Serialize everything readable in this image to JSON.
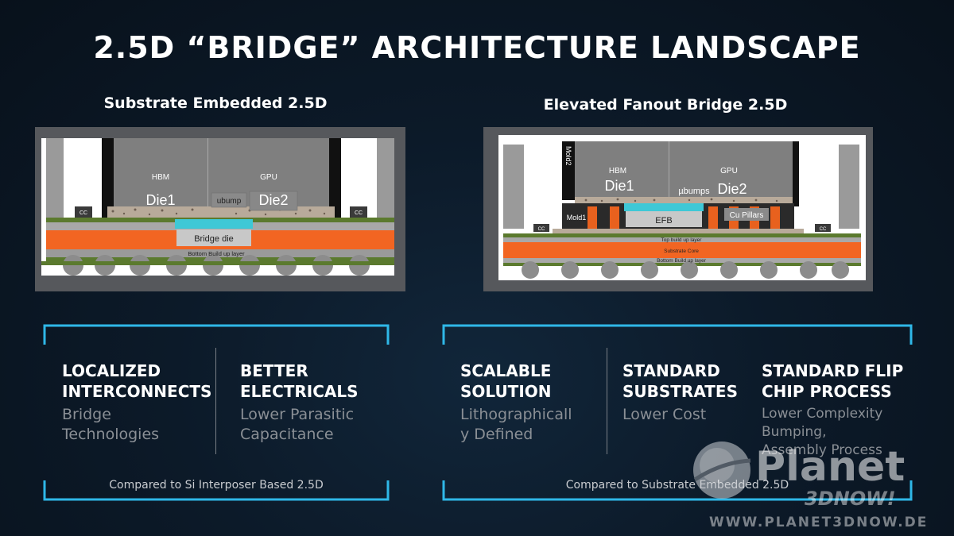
{
  "title": "2.5D “BRIDGE” ARCHITECTURE LANDSCAPE",
  "left": {
    "subtitle": "Substrate Embedded 2.5D",
    "diagram": {
      "hbm": "HBM",
      "gpu": "GPU",
      "die1": "Die1",
      "die2": "Die2",
      "ubump": "ubump",
      "bridge_die": "Bridge die",
      "cc": "CC",
      "bottom_layer": "Bottom Build up layer"
    },
    "columns": [
      {
        "heading": "LOCALIZED\nINTERCONNECTS",
        "body": "Bridge\nTechnologies"
      },
      {
        "heading": "BETTER\nELECTRICALS",
        "body": "Lower Parasitic\nCapacitance"
      }
    ],
    "footnote": "Compared to Si Interposer Based 2.5D"
  },
  "right": {
    "subtitle": "Elevated Fanout Bridge 2.5D",
    "diagram": {
      "hbm": "HBM",
      "gpu": "GPU",
      "die1": "Die1",
      "die2": "Die2",
      "ubumps": "µbumps",
      "mold1": "Mold1",
      "mold2": "Mold2",
      "efb": "EFB",
      "cu_pillars": "Cu Pillars",
      "cc": "CC",
      "top_layer": "Top build up layer",
      "core": "Substrate Core",
      "bottom_layer": "Bottom Build up layer"
    },
    "columns": [
      {
        "heading": "SCALABLE\nSOLUTION",
        "body": "Lithographicall\ny Defined"
      },
      {
        "heading": "STANDARD\nSUBSTRATES",
        "body": "Lower Cost"
      },
      {
        "heading": "STANDARD FLIP\nCHIP PROCESS",
        "body": "Lower Complexity\nBumping,\nAssembly Process"
      }
    ],
    "footnote": "Compared to Substrate Embedded 2.5D"
  },
  "watermark": {
    "brand": "Planet",
    "tagline": "3DNOW!",
    "url": "WWW.PLANET3DNOW.DE"
  },
  "colors": {
    "accent_cyan": "#2fb8e8",
    "substrate_orange": "#f26522",
    "buildup_green": "#5b7a2e",
    "die_gray": "#808080"
  }
}
